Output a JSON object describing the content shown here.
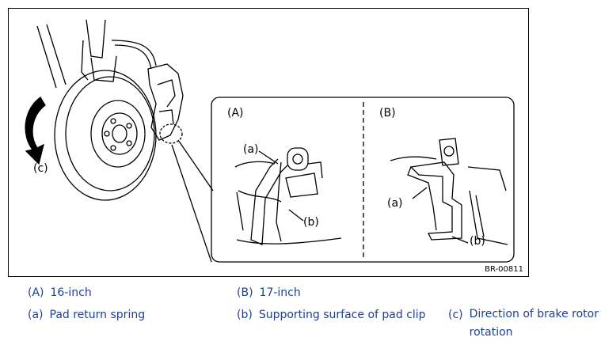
{
  "figure": {
    "id": "BR-00811",
    "labels": {
      "c_arrow": "(c)",
      "panel_a": "(A)",
      "panel_b": "(B)",
      "a_in_panel_a": "(a)",
      "b_in_panel_a": "(b)",
      "a_in_panel_b": "(a)",
      "b_in_panel_b": "(b)"
    }
  },
  "legend": {
    "A": {
      "key": "(A)",
      "text": "16-inch"
    },
    "B": {
      "key": "(B)",
      "text": "17-inch"
    },
    "a": {
      "key": "(a)",
      "text": "Pad return spring"
    },
    "b": {
      "key": "(b)",
      "text": "Supporting surface of pad clip"
    },
    "c": {
      "key": "(c)",
      "text": "Direction of brake rotor rotation"
    }
  },
  "colors": {
    "legend_text": "#1f3f8f",
    "line": "#000000"
  }
}
